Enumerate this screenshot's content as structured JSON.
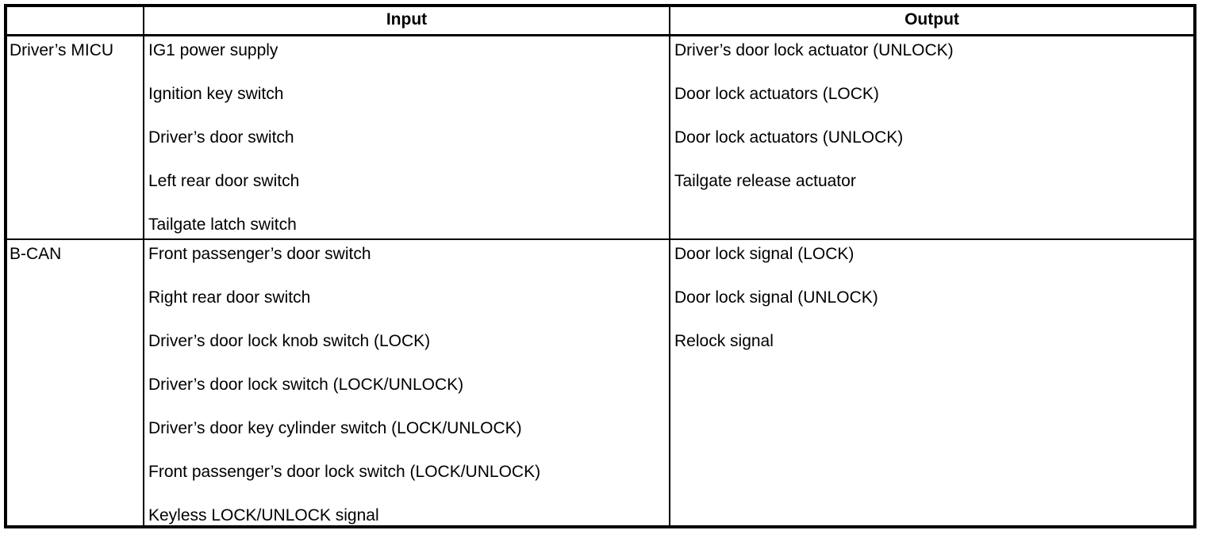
{
  "table": {
    "headers": {
      "source": "",
      "input": "Input",
      "output": "Output"
    },
    "rows": [
      {
        "source": "Driver’s MICU",
        "inputs": [
          "IG1 power supply",
          "Ignition key switch",
          "Driver’s door switch",
          "Left rear door switch",
          "Tailgate latch switch"
        ],
        "outputs": [
          "Driver’s door lock actuator (UNLOCK)",
          "Door lock actuators (LOCK)",
          "Door lock actuators (UNLOCK)",
          "Tailgate release actuator"
        ]
      },
      {
        "source": "B-CAN",
        "inputs": [
          "Front passenger’s door switch",
          "Right rear door switch",
          "Driver’s door lock knob switch (LOCK)",
          "Driver’s door lock switch (LOCK/UNLOCK)",
          "Driver’s door key cylinder switch (LOCK/UNLOCK)",
          "Front passenger’s door lock switch (LOCK/UNLOCK)",
          "Keyless LOCK/UNLOCK signal"
        ],
        "outputs": [
          "Door lock signal (LOCK)",
          "Door lock signal (UNLOCK)",
          "Relock signal"
        ]
      }
    ],
    "colors": {
      "border": "#000000",
      "background": "#ffffff",
      "text": "#000000"
    }
  }
}
